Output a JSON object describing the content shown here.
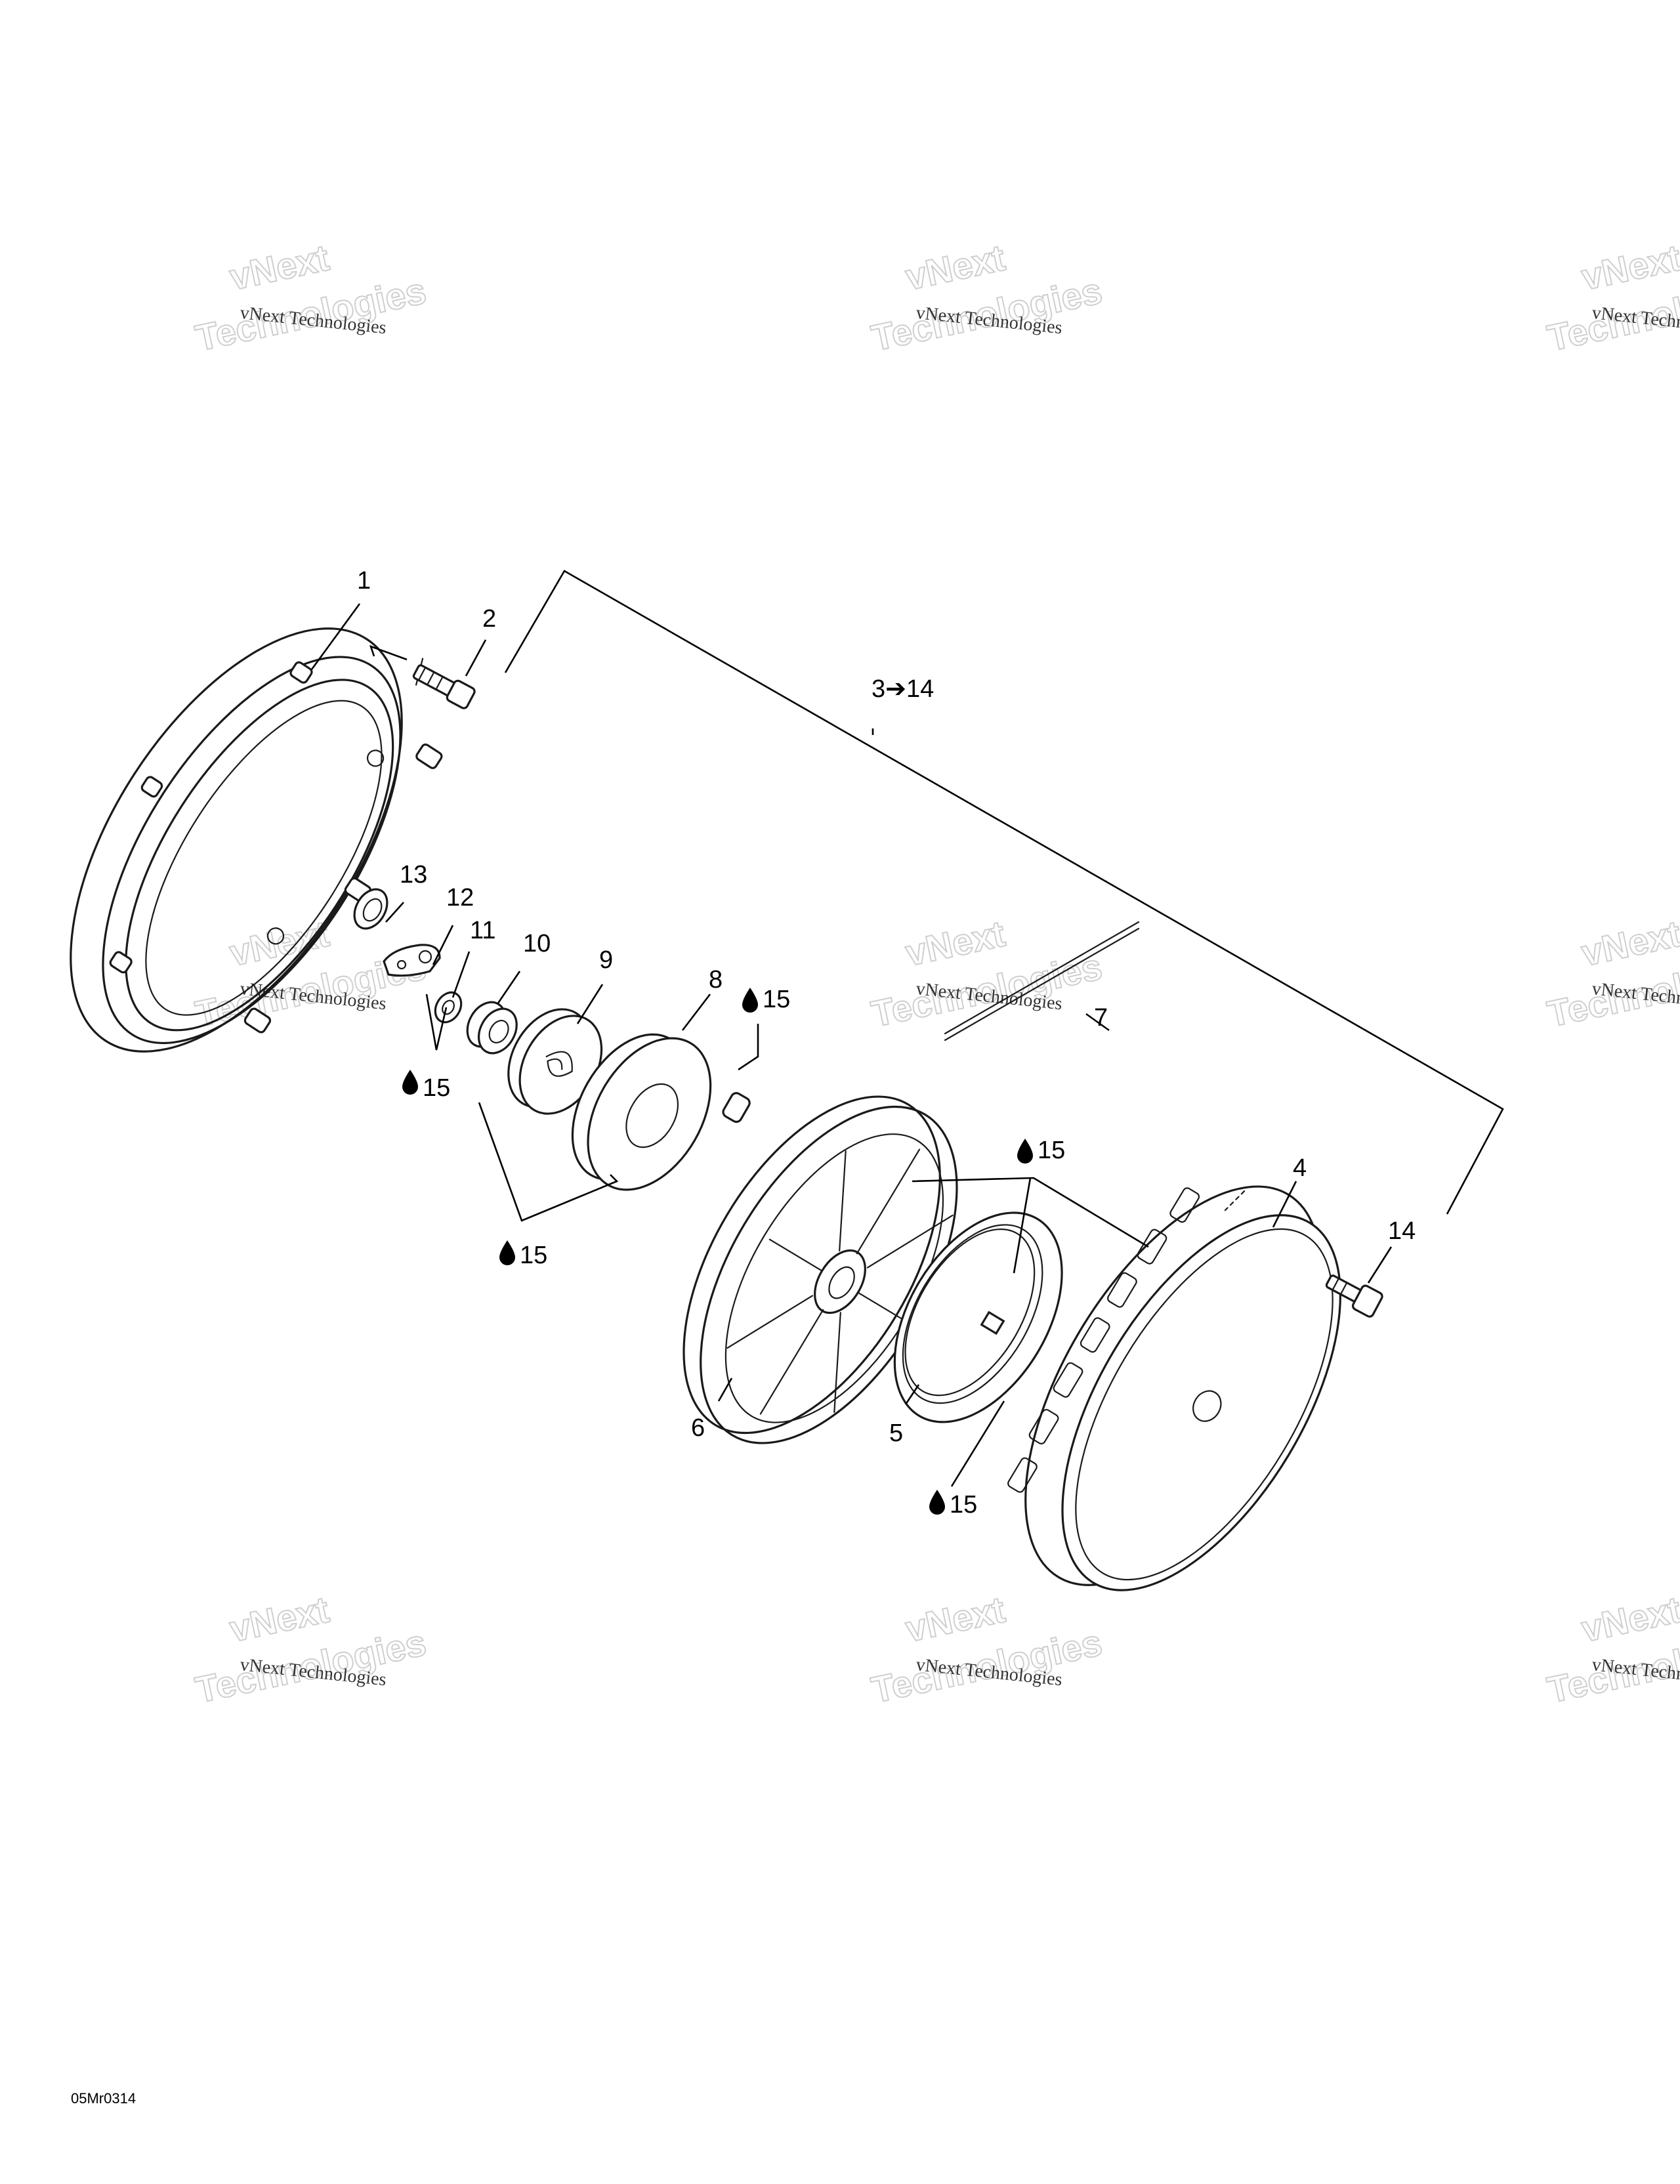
{
  "callouts": {
    "c1": "1",
    "c2": "2",
    "c3_14": "3➔14",
    "c4": "4",
    "c5": "5",
    "c6": "6",
    "c7": "7",
    "c8": "8",
    "c9": "9",
    "c10": "10",
    "c11": "11",
    "c12": "12",
    "c13": "13",
    "c14": "14"
  },
  "lubricant_ref": "15",
  "lubricant_icon": "oil-drop-icon",
  "watermark": {
    "line1": "vNext Technologies",
    "line2": "vNext",
    "line3": "Technologies"
  },
  "figure_code": "05Mr0314"
}
